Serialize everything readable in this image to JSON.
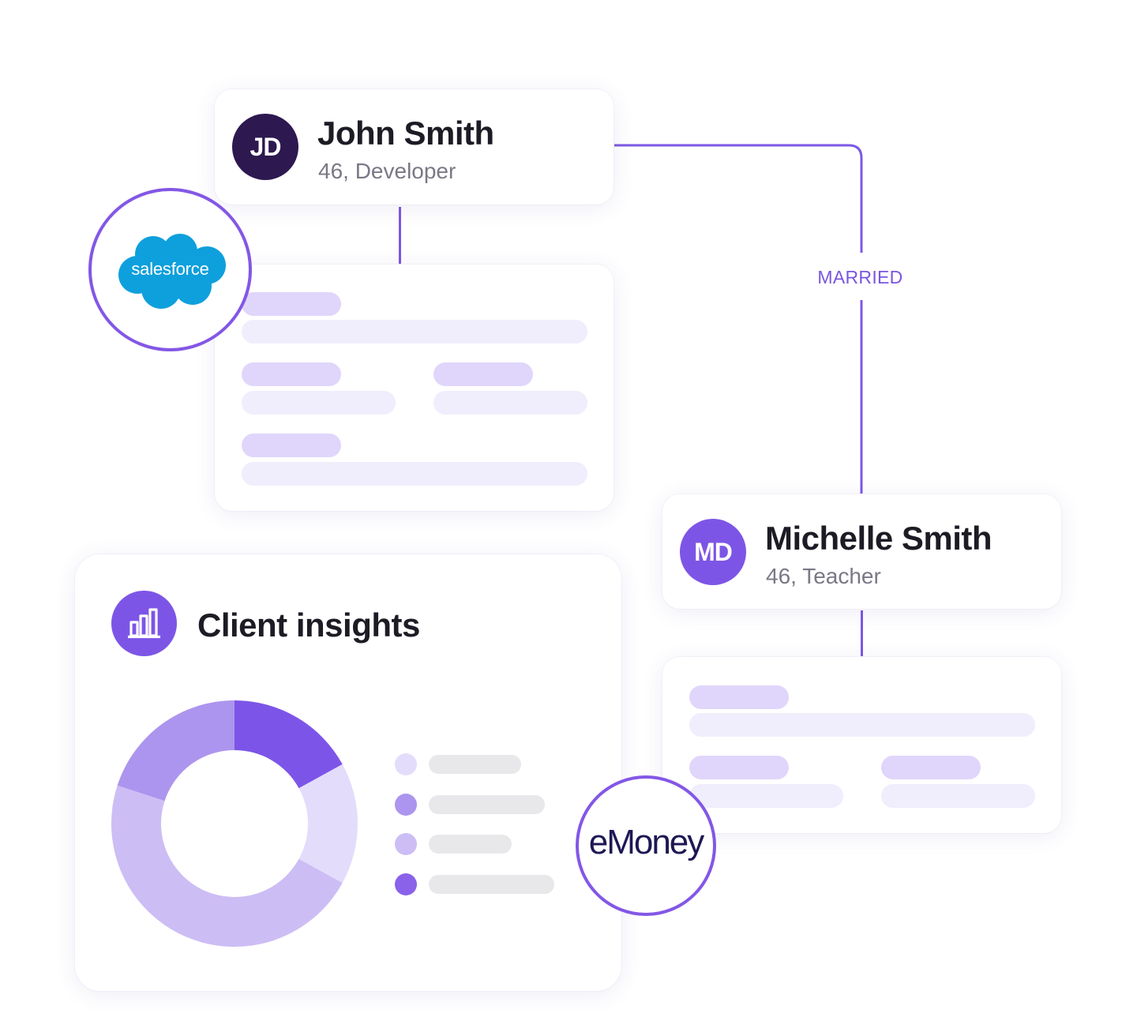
{
  "john": {
    "initials": "JD",
    "name": "John Smith",
    "subtitle": "46, Developer"
  },
  "michelle": {
    "initials": "MD",
    "name": "Michelle Smith",
    "subtitle": "46, Teacher"
  },
  "relationship": {
    "label": "MARRIED"
  },
  "integrations": {
    "salesforce_logo": "salesforce",
    "emoney_logo": "eMoney"
  },
  "insights": {
    "title": "Client insights",
    "icon": "bar-chart-icon",
    "donut_segments": [
      {
        "fraction": 0.17,
        "color": "#7c55e8"
      },
      {
        "fraction": 0.16,
        "color": "#e4dcfb"
      },
      {
        "fraction": 0.47,
        "color": "#cdbdf5"
      },
      {
        "fraction": 0.2,
        "color": "#ac95ee"
      }
    ],
    "legend_colors": [
      "#e4dcfb",
      "#ac95ee",
      "#cdbdf5",
      "#8a62ea"
    ]
  },
  "colors": {
    "accent": "#7c59e3",
    "john_avatar": "#2d1850",
    "michelle_avatar": "#7d55e6",
    "salesforce_blue": "#0ea0dc",
    "emoney_navy": "#1d1853"
  }
}
